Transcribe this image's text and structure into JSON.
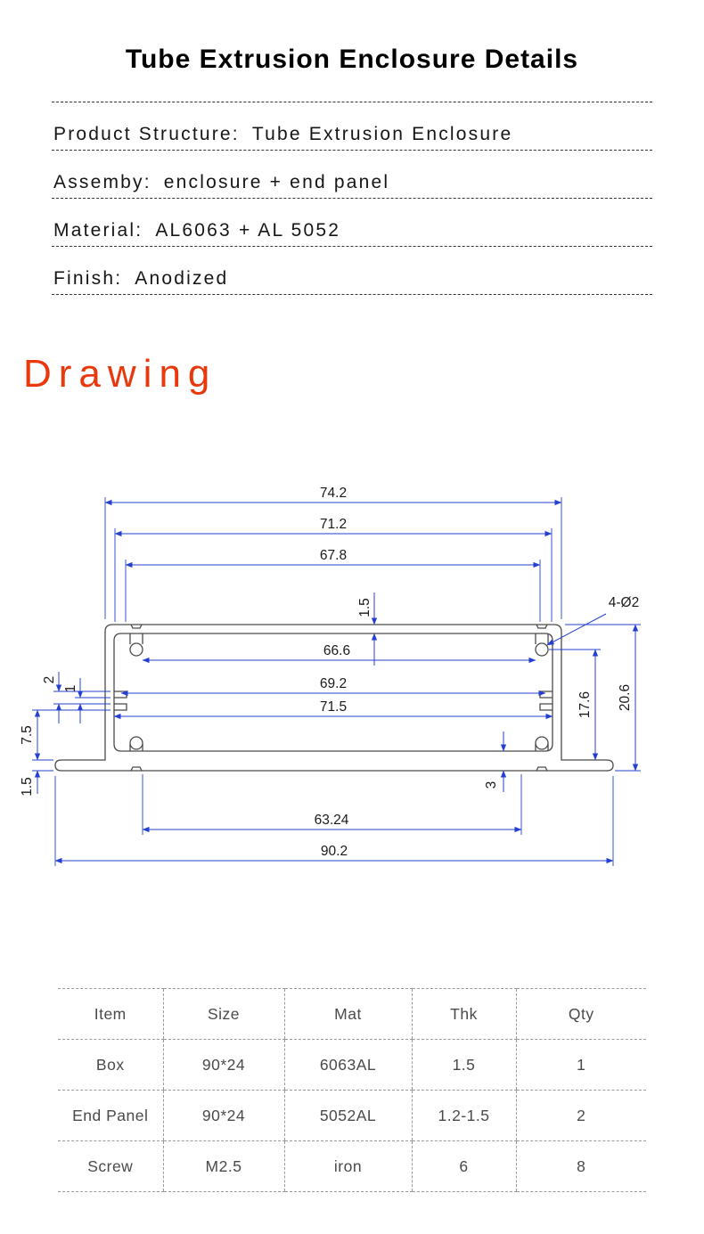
{
  "page_title": "Tube Extrusion Enclosure Details",
  "specs": [
    {
      "label": "Product Structure:",
      "value": "Tube Extrusion Enclosure"
    },
    {
      "label": "Assemby:",
      "value": "enclosure + end panel"
    },
    {
      "label": "Material:",
      "value": "AL6063 + AL 5052"
    },
    {
      "label": "Finish:",
      "value": "Anodized"
    }
  ],
  "drawing_heading": "Drawing",
  "drawing": {
    "dims": {
      "w742": "74.2",
      "w712": "71.2",
      "w678": "67.8",
      "t15": "1.5",
      "holes": "4-Ø2",
      "w666": "66.6",
      "w692": "69.2",
      "w715": "71.5",
      "h176": "17.6",
      "h206": "20.6",
      "s2": "2",
      "s1": "1",
      "h75": "7.5",
      "b15": "1.5",
      "s3": "3",
      "w6324": "63.24",
      "w902": "90.2"
    }
  },
  "table": {
    "headers": [
      "Item",
      "Size",
      "Mat",
      "Thk",
      "Qty"
    ],
    "rows": [
      [
        "Box",
        "90*24",
        "6063AL",
        "1.5",
        "1"
      ],
      [
        "End Panel",
        "90*24",
        "5052AL",
        "1.2-1.5",
        "2"
      ],
      [
        "Screw",
        "M2.5",
        "iron",
        "6",
        "8"
      ]
    ]
  },
  "colors": {
    "accent_red": "#e8380c",
    "dim_blue": "#2540d0",
    "line_gray": "#4a4a4a",
    "text_dark": "#1a1a1a",
    "border_gray": "#9a9a9a"
  }
}
